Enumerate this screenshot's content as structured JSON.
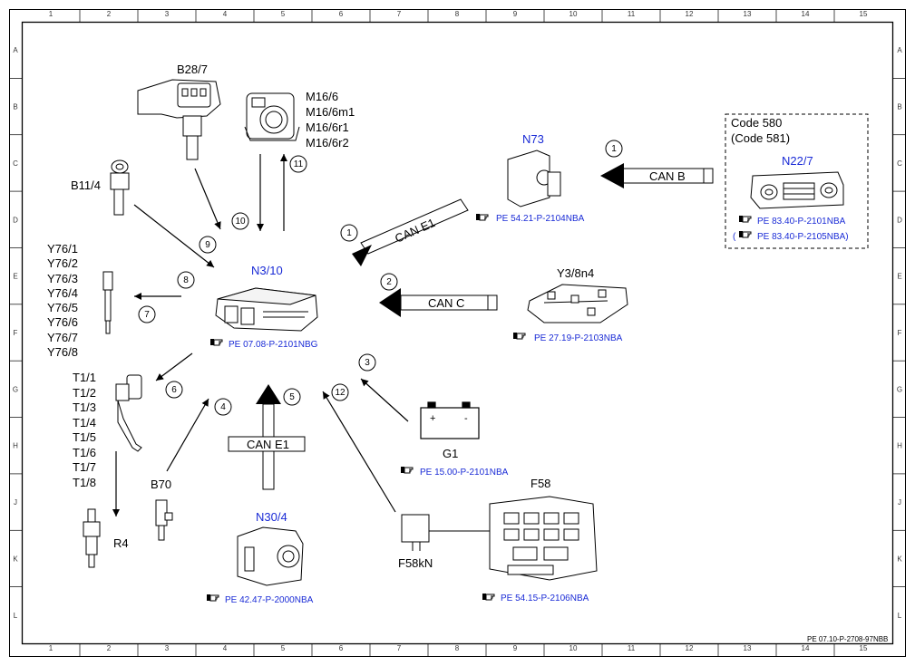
{
  "grid": {
    "cols": [
      "1",
      "2",
      "3",
      "4",
      "5",
      "6",
      "7",
      "8",
      "9",
      "10",
      "11",
      "12",
      "13",
      "14",
      "15"
    ],
    "rows": [
      "A",
      "B",
      "C",
      "D",
      "E",
      "F",
      "G",
      "H",
      "J",
      "K",
      "L"
    ]
  },
  "central_unit": {
    "label": "N3/10",
    "ref": "PE 07.08-P-2101NBG"
  },
  "b28": {
    "label": "B28/7"
  },
  "m16": {
    "labels": [
      "M16/6",
      "M16/6m1",
      "M16/6r1",
      "M16/6r2"
    ]
  },
  "b11": {
    "label": "B11/4"
  },
  "y76": {
    "labels": [
      "Y76/1",
      "Y76/2",
      "Y76/3",
      "Y76/4",
      "Y76/5",
      "Y76/6",
      "Y76/7",
      "Y76/8"
    ]
  },
  "t1": {
    "labels": [
      "T1/1",
      "T1/2",
      "T1/3",
      "T1/4",
      "T1/5",
      "T1/6",
      "T1/7",
      "T1/8"
    ]
  },
  "r4": {
    "label": "R4"
  },
  "b70": {
    "label": "B70"
  },
  "n30": {
    "label": "N30/4",
    "ref": "PE 42.47-P-2000NBA"
  },
  "f58kn": {
    "label": "F58kN"
  },
  "f58": {
    "label": "F58",
    "ref": "PE 54.15-P-2106NBA"
  },
  "g1": {
    "label": "G1",
    "ref": "PE 15.00-P-2101NBA",
    "plus": "+",
    "minus": "-"
  },
  "y3": {
    "label": "Y3/8n4",
    "ref": "PE 27.19-P-2103NBA"
  },
  "n73": {
    "label": "N73",
    "ref": "PE 54.21-P-2104NBA"
  },
  "n22": {
    "label": "N22/7",
    "code1": "Code 580",
    "code2": "(Code 581)",
    "ref1": "PE 83.40-P-2101NBA",
    "ref2_open": "(",
    "ref2": "PE 83.40-P-2105NBA)"
  },
  "bus": {
    "can_e1": "CAN E1",
    "can_c": "CAN C",
    "can_b": "CAN B"
  },
  "circles": [
    "1",
    "1",
    "2",
    "3",
    "4",
    "5",
    "6",
    "7",
    "8",
    "9",
    "10",
    "11",
    "12"
  ],
  "doc_ref": "PE 07.10-P-2708-97NBB",
  "ref_icon": "pointing-hand-icon",
  "colors": {
    "ref_blue": "#1a2bd6"
  }
}
